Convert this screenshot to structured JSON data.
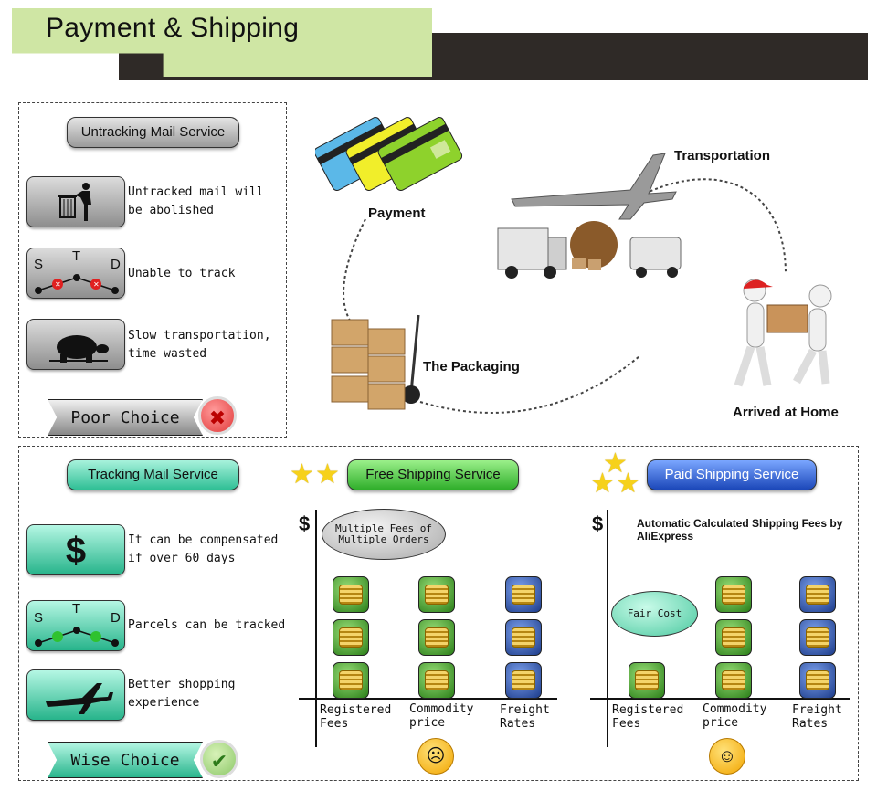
{
  "header": {
    "title": "Payment & Shipping"
  },
  "untracked": {
    "title": "Untracking Mail Service",
    "items": [
      {
        "icon": "trash-icon",
        "text_lines": [
          "Untracked mail will",
          "be abolished"
        ]
      },
      {
        "icon": "route-untracked-icon",
        "text_lines": [
          "Unable to track"
        ]
      },
      {
        "icon": "turtle-icon",
        "text_lines": [
          "Slow transportation,",
          "time wasted"
        ]
      }
    ],
    "route_letters": {
      "s": "S",
      "t": "T",
      "d": "D"
    },
    "choice": "Poor Choice",
    "choice_mark": "✖"
  },
  "process": {
    "payment": "Payment",
    "transportation": "Transportation",
    "packaging": "The Packaging",
    "arrived": "Arrived at Home"
  },
  "tracked": {
    "title": "Tracking Mail Service",
    "items": [
      {
        "icon": "dollar-icon",
        "symbol": "$",
        "text_lines": [
          "It can be compensated",
          "if over 60 days"
        ]
      },
      {
        "icon": "route-tracked-icon",
        "text_lines": [
          "Parcels can be tracked"
        ]
      },
      {
        "icon": "airplane-icon",
        "text_lines": [
          "Better shopping",
          "experience"
        ]
      }
    ],
    "route_letters": {
      "s": "S",
      "t": "T",
      "d": "D"
    },
    "choice": "Wise Choice",
    "choice_mark": "✔"
  },
  "free": {
    "title": "Free Shipping Service",
    "dollar": "$",
    "bubble_lines": [
      "Multiple Fees of",
      "Multiple Orders"
    ],
    "columns": [
      {
        "label_lines": [
          "Registered",
          "Fees"
        ],
        "coins": 3
      },
      {
        "label_lines": [
          "Commodity",
          "price"
        ],
        "coins": 3
      },
      {
        "label_lines": [
          "Freight",
          "Rates"
        ],
        "coins": 3
      }
    ],
    "colors": [
      "green",
      "green",
      "blue"
    ]
  },
  "paid": {
    "title": "Paid Shipping Service",
    "dollar": "$",
    "note": "Automatic Calculated Shipping Fees by AliExpress",
    "bubble": "Fair Cost",
    "columns": [
      {
        "label_lines": [
          "Registered",
          "Fees"
        ],
        "coins": 1
      },
      {
        "label_lines": [
          "Commodity",
          "price"
        ],
        "coins": 3
      },
      {
        "label_lines": [
          "Freight",
          "Rates"
        ],
        "coins": 3
      }
    ],
    "colors": [
      "green",
      "green",
      "blue"
    ]
  }
}
